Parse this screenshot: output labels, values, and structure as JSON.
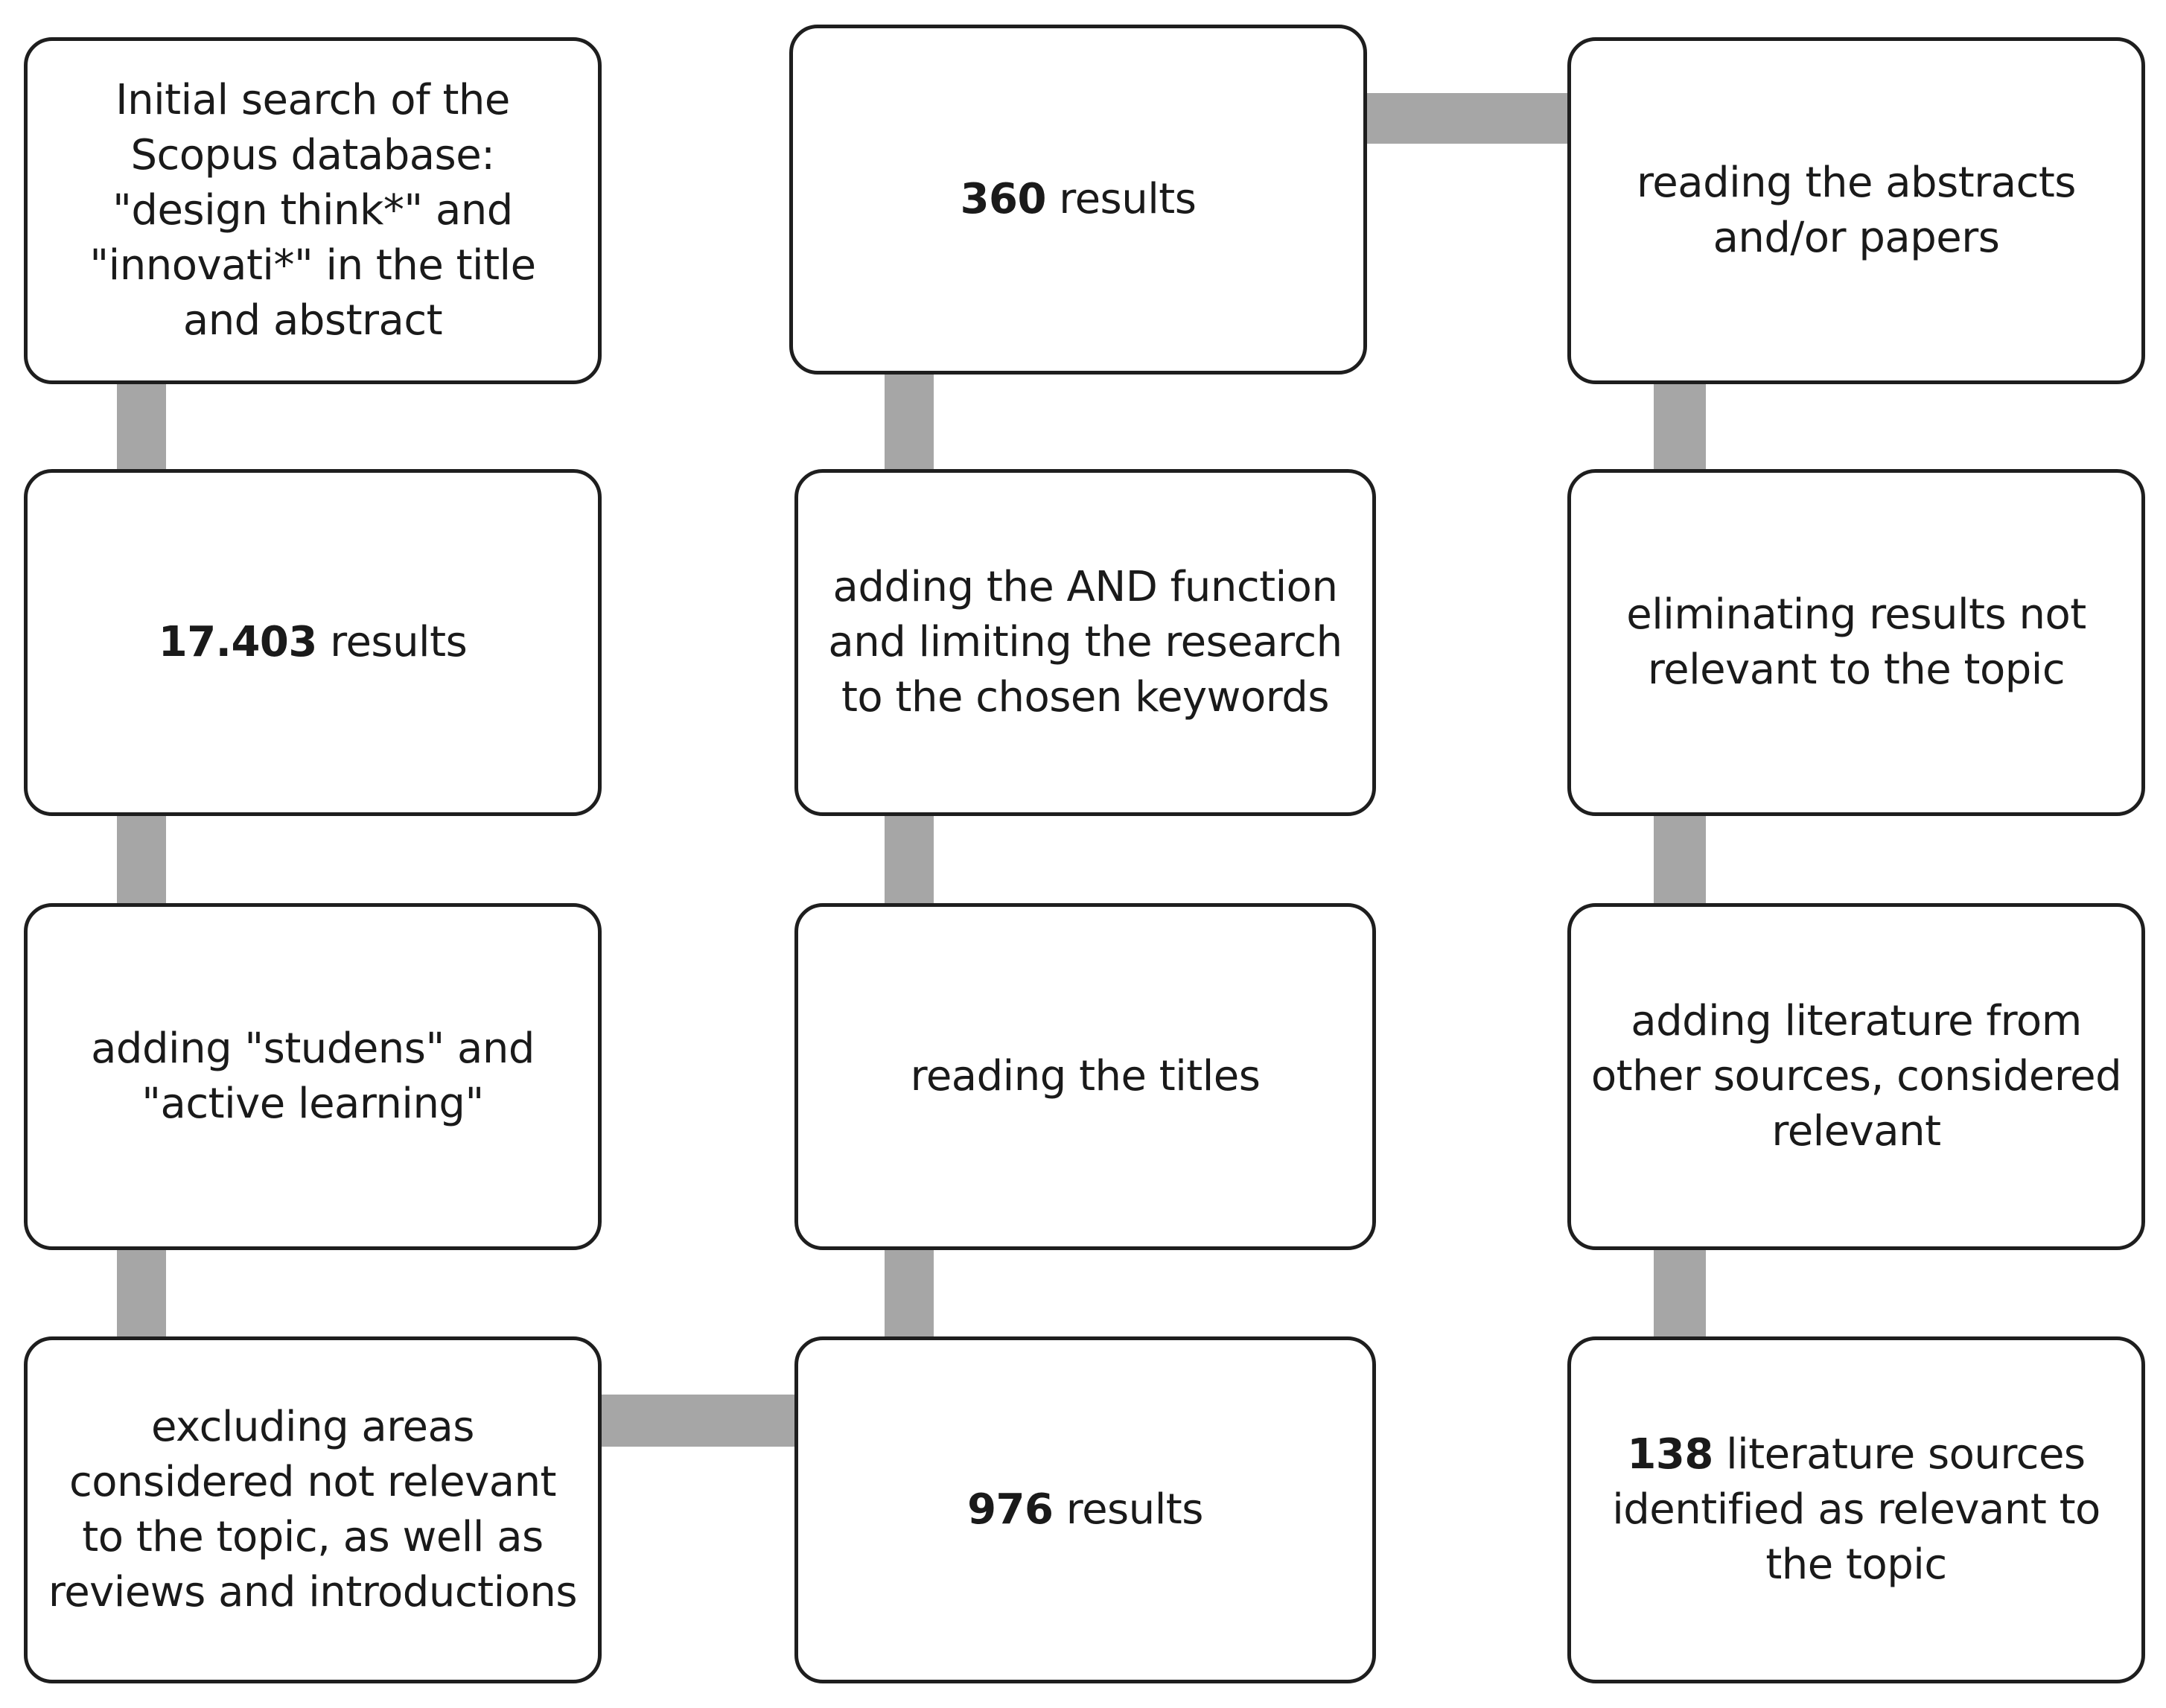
{
  "steps": {
    "initial_search": {
      "text": "Initial search of the Scopus database: \"design think*\" and \"innovati*\" in the title and abstract"
    },
    "results_17403": {
      "count": "17.403",
      "text": " results"
    },
    "adding_students": {
      "text": "adding \"studens\" and \"active learning\""
    },
    "excluding_areas": {
      "text": "excluding areas considered not relevant to the topic, as well as reviews and introductions"
    },
    "results_976": {
      "count": "976",
      "text": " results"
    },
    "reading_titles": {
      "text": "reading the titles"
    },
    "adding_and": {
      "text": "adding the AND function and limiting the research to the chosen keywords"
    },
    "results_360": {
      "count": "360",
      "text": " results"
    },
    "reading_abstracts": {
      "text": "reading the abstracts and/or papers"
    },
    "eliminating": {
      "text": "eliminating results not relevant to the topic"
    },
    "adding_literature": {
      "text": "adding literature from other sources, considered relevant"
    },
    "final_sources": {
      "count": "138",
      "text": " literature sources identified as relevant to the topic"
    }
  },
  "colors": {
    "connector": "#a6a6a6",
    "box_border": "#1e1e1e",
    "box_fill": "#ffffff"
  }
}
